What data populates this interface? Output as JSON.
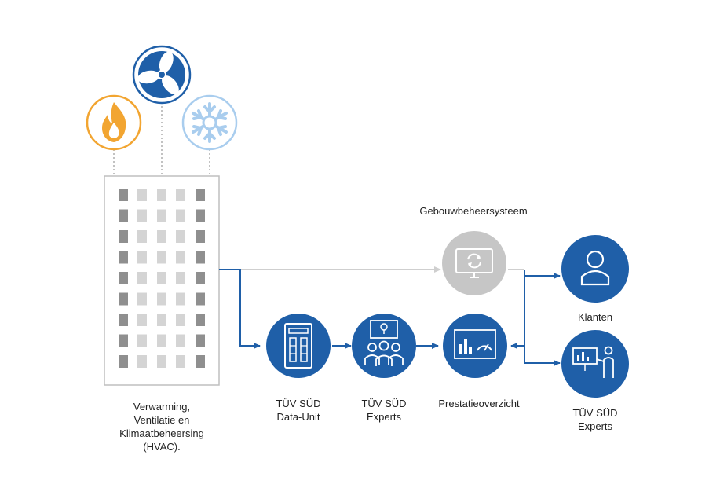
{
  "labels": {
    "hvac": [
      "Verwarming,",
      "Ventilatie en",
      "Klimaatbeheersing",
      "(HVAC)."
    ],
    "data_unit": [
      "TÜV SÜD",
      "Data-Unit"
    ],
    "experts": [
      "TÜV SÜD",
      "Experts"
    ],
    "overview": "Prestatieoverzicht",
    "bms": "Gebouwbeheersysteem",
    "clients": "Klanten",
    "experts_right": [
      "TÜV SÜD",
      "Experts"
    ]
  },
  "colors": {
    "primary_blue": "#1f5fa8",
    "orange": "#f2a531",
    "light_blue": "#a9cdee",
    "grey_node": "#c6c6c6",
    "flow_grey": "#cfcfcf"
  },
  "icons": [
    "flame-icon",
    "fan-icon",
    "snowflake-icon",
    "data-unit-icon",
    "experts-group-icon",
    "dashboard-icon",
    "monitor-sync-icon",
    "person-icon",
    "presenter-icon"
  ]
}
